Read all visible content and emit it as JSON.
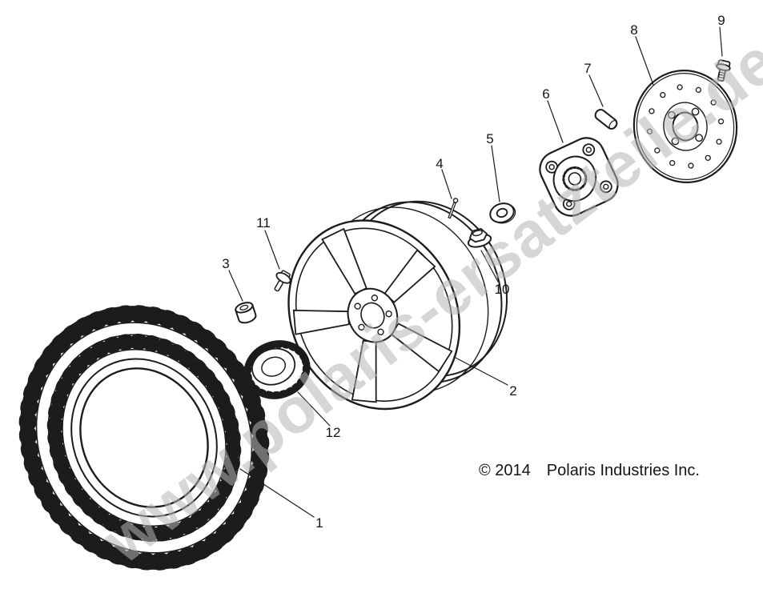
{
  "diagram": {
    "watermark": "www.polaris-ersatzteile.de",
    "copyright_year": "© 2014",
    "copyright_company": "Polaris Industries Inc."
  },
  "parts": [
    "1",
    "2",
    "3",
    "4",
    "5",
    "6",
    "7",
    "8",
    "9",
    "10",
    "11",
    "12"
  ],
  "colors": {
    "line": "#1c1c1c",
    "watermark": "#b5b5b5",
    "background": "#ffffff"
  }
}
